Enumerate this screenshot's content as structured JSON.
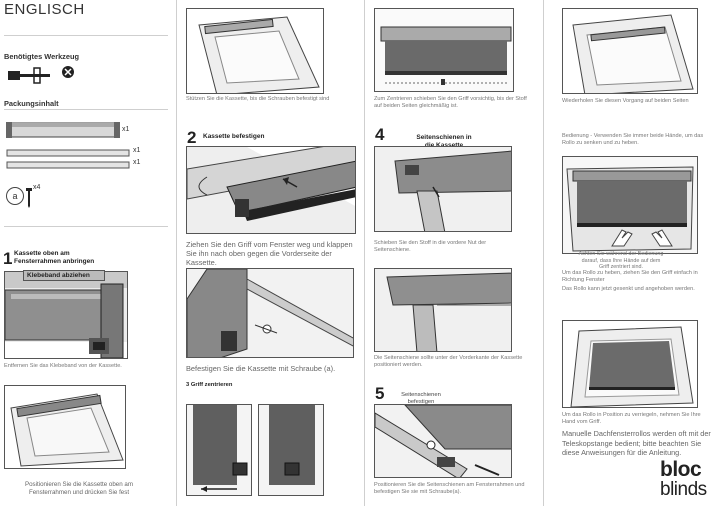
{
  "header": {
    "language": "ENGLISCH"
  },
  "tools": {
    "title": "Benötigtes Werkzeug"
  },
  "package": {
    "title": "Packungsinhalt",
    "items": [
      {
        "qty": "x1"
      },
      {
        "qty": "x1"
      },
      {
        "qty": "x1"
      },
      {
        "label": "a",
        "qty": "x4"
      }
    ]
  },
  "step1": {
    "num": "1",
    "title": "Kassette oben am Fensterrahmen anbringen",
    "panel_label": "Klebeband abziehen",
    "caption": "Entfernen Sie das Klebeband von der Kassette.",
    "caption2": "Positionieren Sie die Kassette oben am Fensterrahmen und drücken Sie fest"
  },
  "col2": {
    "caption_top": "Stützen Sie die Kassette, bis die Schrauben befestigt sind",
    "step2_num": "2",
    "step2_title": "Kassette befestigen",
    "step2_text": "Ziehen Sie den Griff vom Fenster weg und klappen Sie ihn nach oben gegen die Vorderseite der Kassette.",
    "screw_text": "Befestigen Sie die Kassette mit Schraube (a).",
    "step3_title": "3 Griff zentrieren"
  },
  "col3": {
    "caption_top": "Zum Zentrieren schieben Sie den Griff vorsichtig, bis der Stoff auf beiden Seiten gleichmäßig ist.",
    "step4_num": "4",
    "step4_title": "Seitenschienen in die Kassette schieben",
    "step4_caption": "Schieben Sie den Stoff in die vordere Nut der Seitenschiene.",
    "rail_caption": "Die Seitenschiene sollte unter der Vorderkante der Kassette positioniert werden.",
    "step5_num": "5",
    "step5_title": "Seitenschienen befestigen",
    "step5_caption": "Positionieren Sie die Seitenschienen am Fensterrahmen und befestigen Sie sie mit Schraube(a)."
  },
  "col4": {
    "caption_top": "Wiederholen Sie diesen Vorgang auf beiden Seiten",
    "operation_text": "Bedienung - Verwenden Sie immer beide Hände, um das Rollo zu senken und zu heben.",
    "pull_caption": "Achten Sie während der Bedienung darauf, dass Ihre Hände auf dem Griff zentriert sind.",
    "release_caption": "Um das Rollo zu heben, ziehen Sie den Griff einfach in Richtung Fenster",
    "position_caption": "Das Rollo kann jetzt gesenkt und angehoben werden.",
    "remove_caption": "Um das Rollo in Position zu verriegeln, nehmen Sie Ihre Hand vom Griff.",
    "pole_text": "Manuelle Dachfensterrollos werden oft mit der Teleskopstange bedient; bitte beachten Sie diese Anweisungen für die Anleitung."
  },
  "brand": {
    "line1": "bloc",
    "line2": "blinds"
  }
}
